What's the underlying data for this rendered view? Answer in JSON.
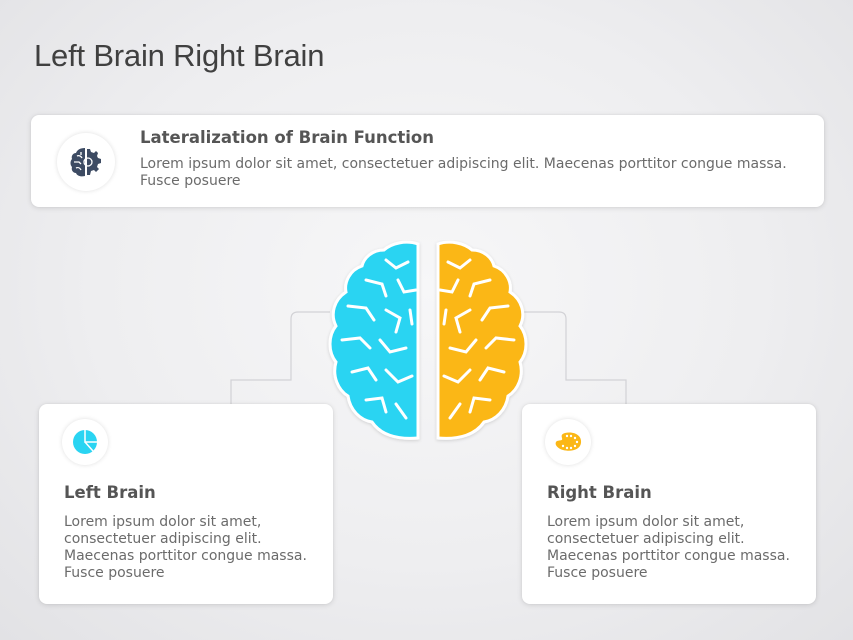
{
  "page": {
    "title": "Left Brain Right Brain"
  },
  "top_card": {
    "icon": "brain-gear-icon",
    "title": "Lateralization of Brain Function",
    "body": "Lorem ipsum dolor sit amet, consectetuer adipiscing elit. Maecenas porttitor congue massa. Fusce posuere"
  },
  "brain": {
    "left_color": "#2ad4f2",
    "right_color": "#fbb716"
  },
  "left_card": {
    "icon": "pie-chart-icon",
    "title": "Left Brain",
    "body": "Lorem ipsum dolor sit amet, consectetuer adipiscing elit. Maecenas porttitor congue massa. Fusce posuere",
    "color": "#2ad4f2"
  },
  "right_card": {
    "icon": "paint-palette-icon",
    "title": "Right Brain",
    "body": "Lorem ipsum dolor sit amet, consectetuer adipiscing elit. Maecenas porttitor congue massa. Fusce posuere",
    "color": "#fbb716"
  },
  "colors": {
    "title_text": "#404040",
    "icon_dark": "#3d4b63"
  }
}
